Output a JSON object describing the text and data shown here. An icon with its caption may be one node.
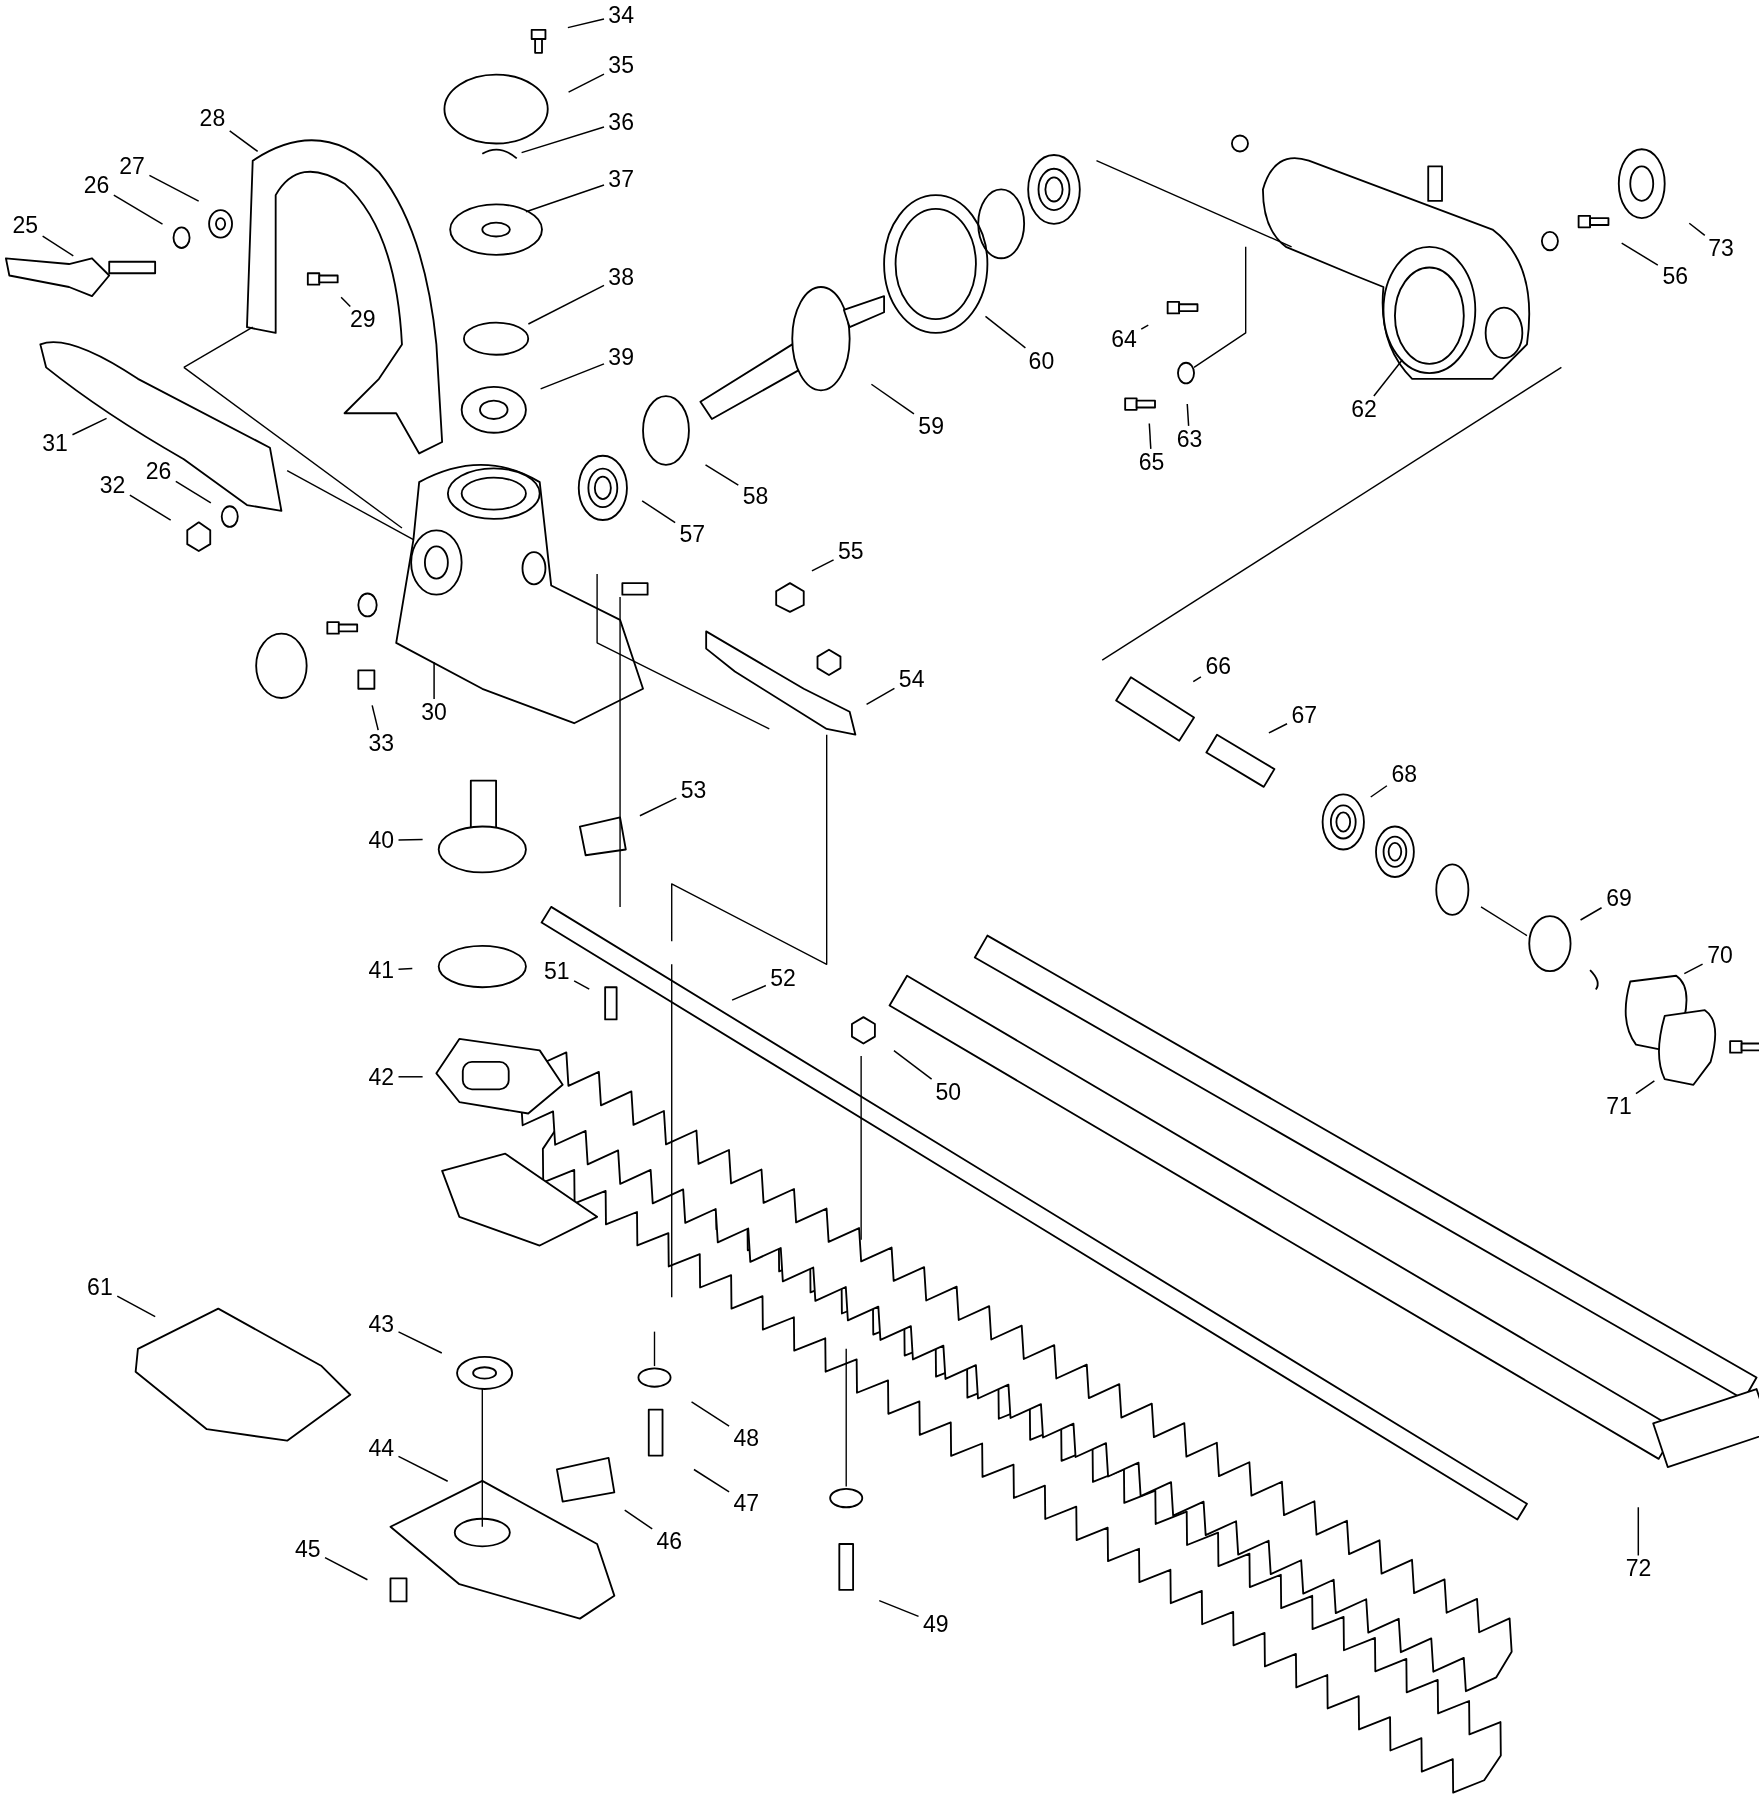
{
  "diagram": {
    "nodes": [
      {
        "text": [
          "34"
        ]
      },
      {
        "text": [
          "35"
        ]
      },
      {
        "text": [
          "28"
        ]
      },
      {
        "text": [
          "36"
        ]
      },
      {
        "text": [
          "27"
        ]
      },
      {
        "text": [
          "37"
        ]
      },
      {
        "text": [
          "26"
        ]
      },
      {
        "text": [
          "25"
        ]
      },
      {
        "text": [
          "73"
        ]
      },
      {
        "text": [
          "56"
        ]
      },
      {
        "text": [
          "38"
        ]
      },
      {
        "text": [
          "29"
        ]
      },
      {
        "text": [
          "64"
        ]
      },
      {
        "text": [
          "39"
        ]
      },
      {
        "text": [
          "60"
        ]
      },
      {
        "text": [
          "62"
        ]
      },
      {
        "text": [
          "59"
        ]
      },
      {
        "text": [
          "31"
        ]
      },
      {
        "text": [
          "63"
        ]
      },
      {
        "text": [
          "65"
        ]
      },
      {
        "text": [
          "32"
        ]
      },
      {
        "text": [
          "26"
        ]
      },
      {
        "text": [
          "58"
        ]
      },
      {
        "text": [
          "57"
        ]
      },
      {
        "text": [
          "55"
        ]
      },
      {
        "text": [
          "66"
        ]
      },
      {
        "text": [
          "54"
        ]
      },
      {
        "text": [
          "30"
        ]
      },
      {
        "text": [
          "67"
        ]
      },
      {
        "text": [
          "33"
        ]
      },
      {
        "text": [
          "68"
        ]
      },
      {
        "text": [
          "53"
        ]
      },
      {
        "text": [
          "40"
        ]
      },
      {
        "text": [
          "69"
        ]
      },
      {
        "text": [
          "70"
        ]
      },
      {
        "text": [
          "41"
        ]
      },
      {
        "text": [
          "51"
        ]
      },
      {
        "text": [
          "52"
        ]
      },
      {
        "text": [
          "42"
        ]
      },
      {
        "text": [
          "50"
        ]
      },
      {
        "text": [
          "71"
        ]
      },
      {
        "text": [
          "61"
        ]
      },
      {
        "text": [
          "43"
        ]
      },
      {
        "text": [
          "48"
        ]
      },
      {
        "text": [
          "44"
        ]
      },
      {
        "text": [
          "47"
        ]
      },
      {
        "text": [
          "46"
        ]
      },
      {
        "text": [
          "45"
        ]
      },
      {
        "text": [
          "72"
        ]
      },
      {
        "text": [
          "49"
        ]
      }
    ],
    "edges": [
      {
        "from": 0,
        "to": null,
        "arrow": "none"
      },
      {
        "from": 1,
        "to": null,
        "arrow": "none"
      },
      {
        "from": 2,
        "to": null,
        "arrow": "none"
      },
      {
        "from": 3,
        "to": null,
        "arrow": "none"
      },
      {
        "from": 4,
        "to": null,
        "arrow": "none"
      },
      {
        "from": 5,
        "to": null,
        "arrow": "none"
      },
      {
        "from": 6,
        "to": null,
        "arrow": "none"
      },
      {
        "from": 7,
        "to": null,
        "arrow": "none"
      },
      {
        "from": 8,
        "to": null,
        "arrow": "none"
      },
      {
        "from": 9,
        "to": null,
        "arrow": "none"
      },
      {
        "from": 10,
        "to": null,
        "arrow": "none"
      },
      {
        "from": 11,
        "to": null,
        "arrow": "none"
      },
      {
        "from": 12,
        "to": null,
        "arrow": "none"
      },
      {
        "from": 13,
        "to": null,
        "arrow": "none"
      },
      {
        "from": 14,
        "to": null,
        "arrow": "none"
      },
      {
        "from": 15,
        "to": null,
        "arrow": "none"
      },
      {
        "from": 16,
        "to": null,
        "arrow": "none"
      },
      {
        "from": 17,
        "to": null,
        "arrow": "none"
      },
      {
        "from": 18,
        "to": null,
        "arrow": "none"
      },
      {
        "from": 19,
        "to": null,
        "arrow": "none"
      },
      {
        "from": 20,
        "to": null,
        "arrow": "none"
      },
      {
        "from": 21,
        "to": null,
        "arrow": "none"
      },
      {
        "from": 22,
        "to": null,
        "arrow": "none"
      },
      {
        "from": 23,
        "to": null,
        "arrow": "none"
      },
      {
        "from": 24,
        "to": null,
        "arrow": "none"
      },
      {
        "from": 25,
        "to": null,
        "arrow": "none"
      },
      {
        "from": 26,
        "to": null,
        "arrow": "none"
      },
      {
        "from": 27,
        "to": null,
        "arrow": "none"
      },
      {
        "from": 28,
        "to": null,
        "arrow": "none"
      },
      {
        "from": 29,
        "to": null,
        "arrow": "none"
      },
      {
        "from": 30,
        "to": null,
        "arrow": "none"
      },
      {
        "from": 31,
        "to": null,
        "arrow": "none"
      },
      {
        "from": 32,
        "to": null,
        "arrow": "none"
      },
      {
        "from": 33,
        "to": null,
        "arrow": "none"
      },
      {
        "from": 34,
        "to": null,
        "arrow": "none"
      },
      {
        "from": 35,
        "to": null,
        "arrow": "none"
      },
      {
        "from": 36,
        "to": null,
        "arrow": "none"
      },
      {
        "from": 37,
        "to": null,
        "arrow": "none"
      },
      {
        "from": 38,
        "to": null,
        "arrow": "none"
      },
      {
        "from": 39,
        "to": null,
        "arrow": "none"
      },
      {
        "from": 40,
        "to": null,
        "arrow": "none"
      },
      {
        "from": 41,
        "to": null,
        "arrow": "none"
      },
      {
        "from": 42,
        "to": null,
        "arrow": "none"
      },
      {
        "from": 43,
        "to": null,
        "arrow": "none"
      },
      {
        "from": 44,
        "to": null,
        "arrow": "none"
      },
      {
        "from": 45,
        "to": null,
        "arrow": "none"
      },
      {
        "from": 46,
        "to": null,
        "arrow": "none"
      },
      {
        "from": 47,
        "to": null,
        "arrow": "none"
      },
      {
        "from": 48,
        "to": null,
        "arrow": "none"
      },
      {
        "from": 49,
        "to": null,
        "arrow": "none"
      }
    ]
  }
}
